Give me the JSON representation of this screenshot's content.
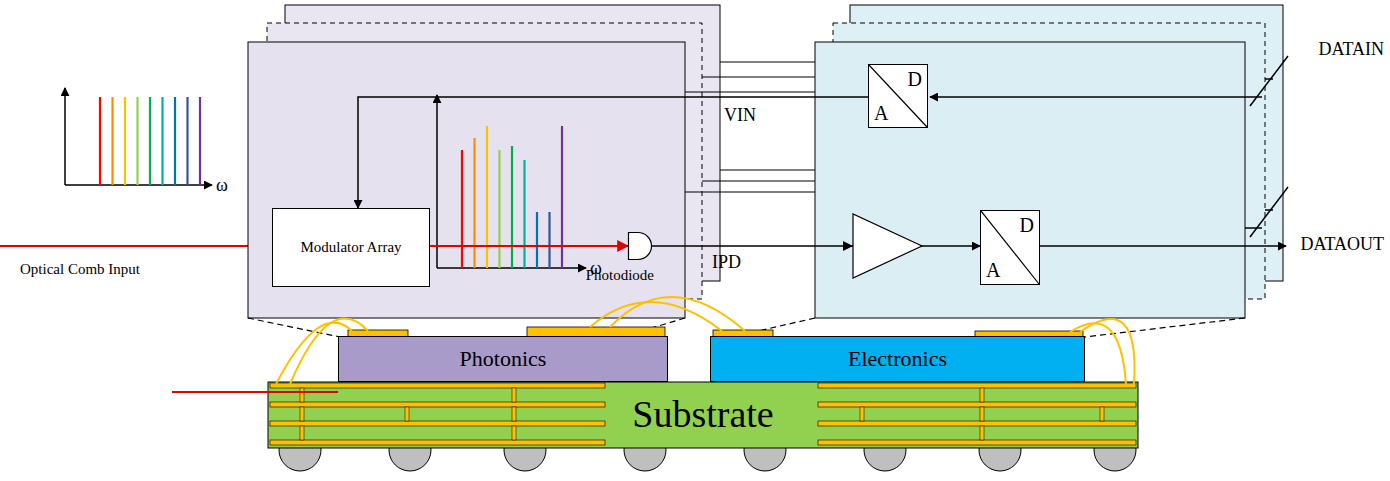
{
  "diagram": {
    "nodes": [
      {
        "text": [
          "Modulator Array"
        ]
      },
      {
        "text": [
          "Photodiode"
        ]
      },
      {
        "text": [
          "D",
          "A"
        ]
      },
      {
        "text": [
          "D",
          "A"
        ]
      },
      {
        "text": [
          "Photonics"
        ]
      },
      {
        "text": [
          "Electronics"
        ]
      },
      {
        "text": [
          "Substrate"
        ]
      }
    ],
    "edges": [
      {
        "from": 0,
        "to": 1,
        "arrow": "to"
      },
      {
        "from": 2,
        "to": 0,
        "label": "VIN",
        "arrow": "to"
      },
      {
        "from": 1,
        "to": 3,
        "label": "IPD",
        "arrow": "to"
      }
    ],
    "labels": [
      "ω",
      "ω",
      "Optical Comb Input",
      "DATAIN",
      "DATAOUT"
    ]
  }
}
